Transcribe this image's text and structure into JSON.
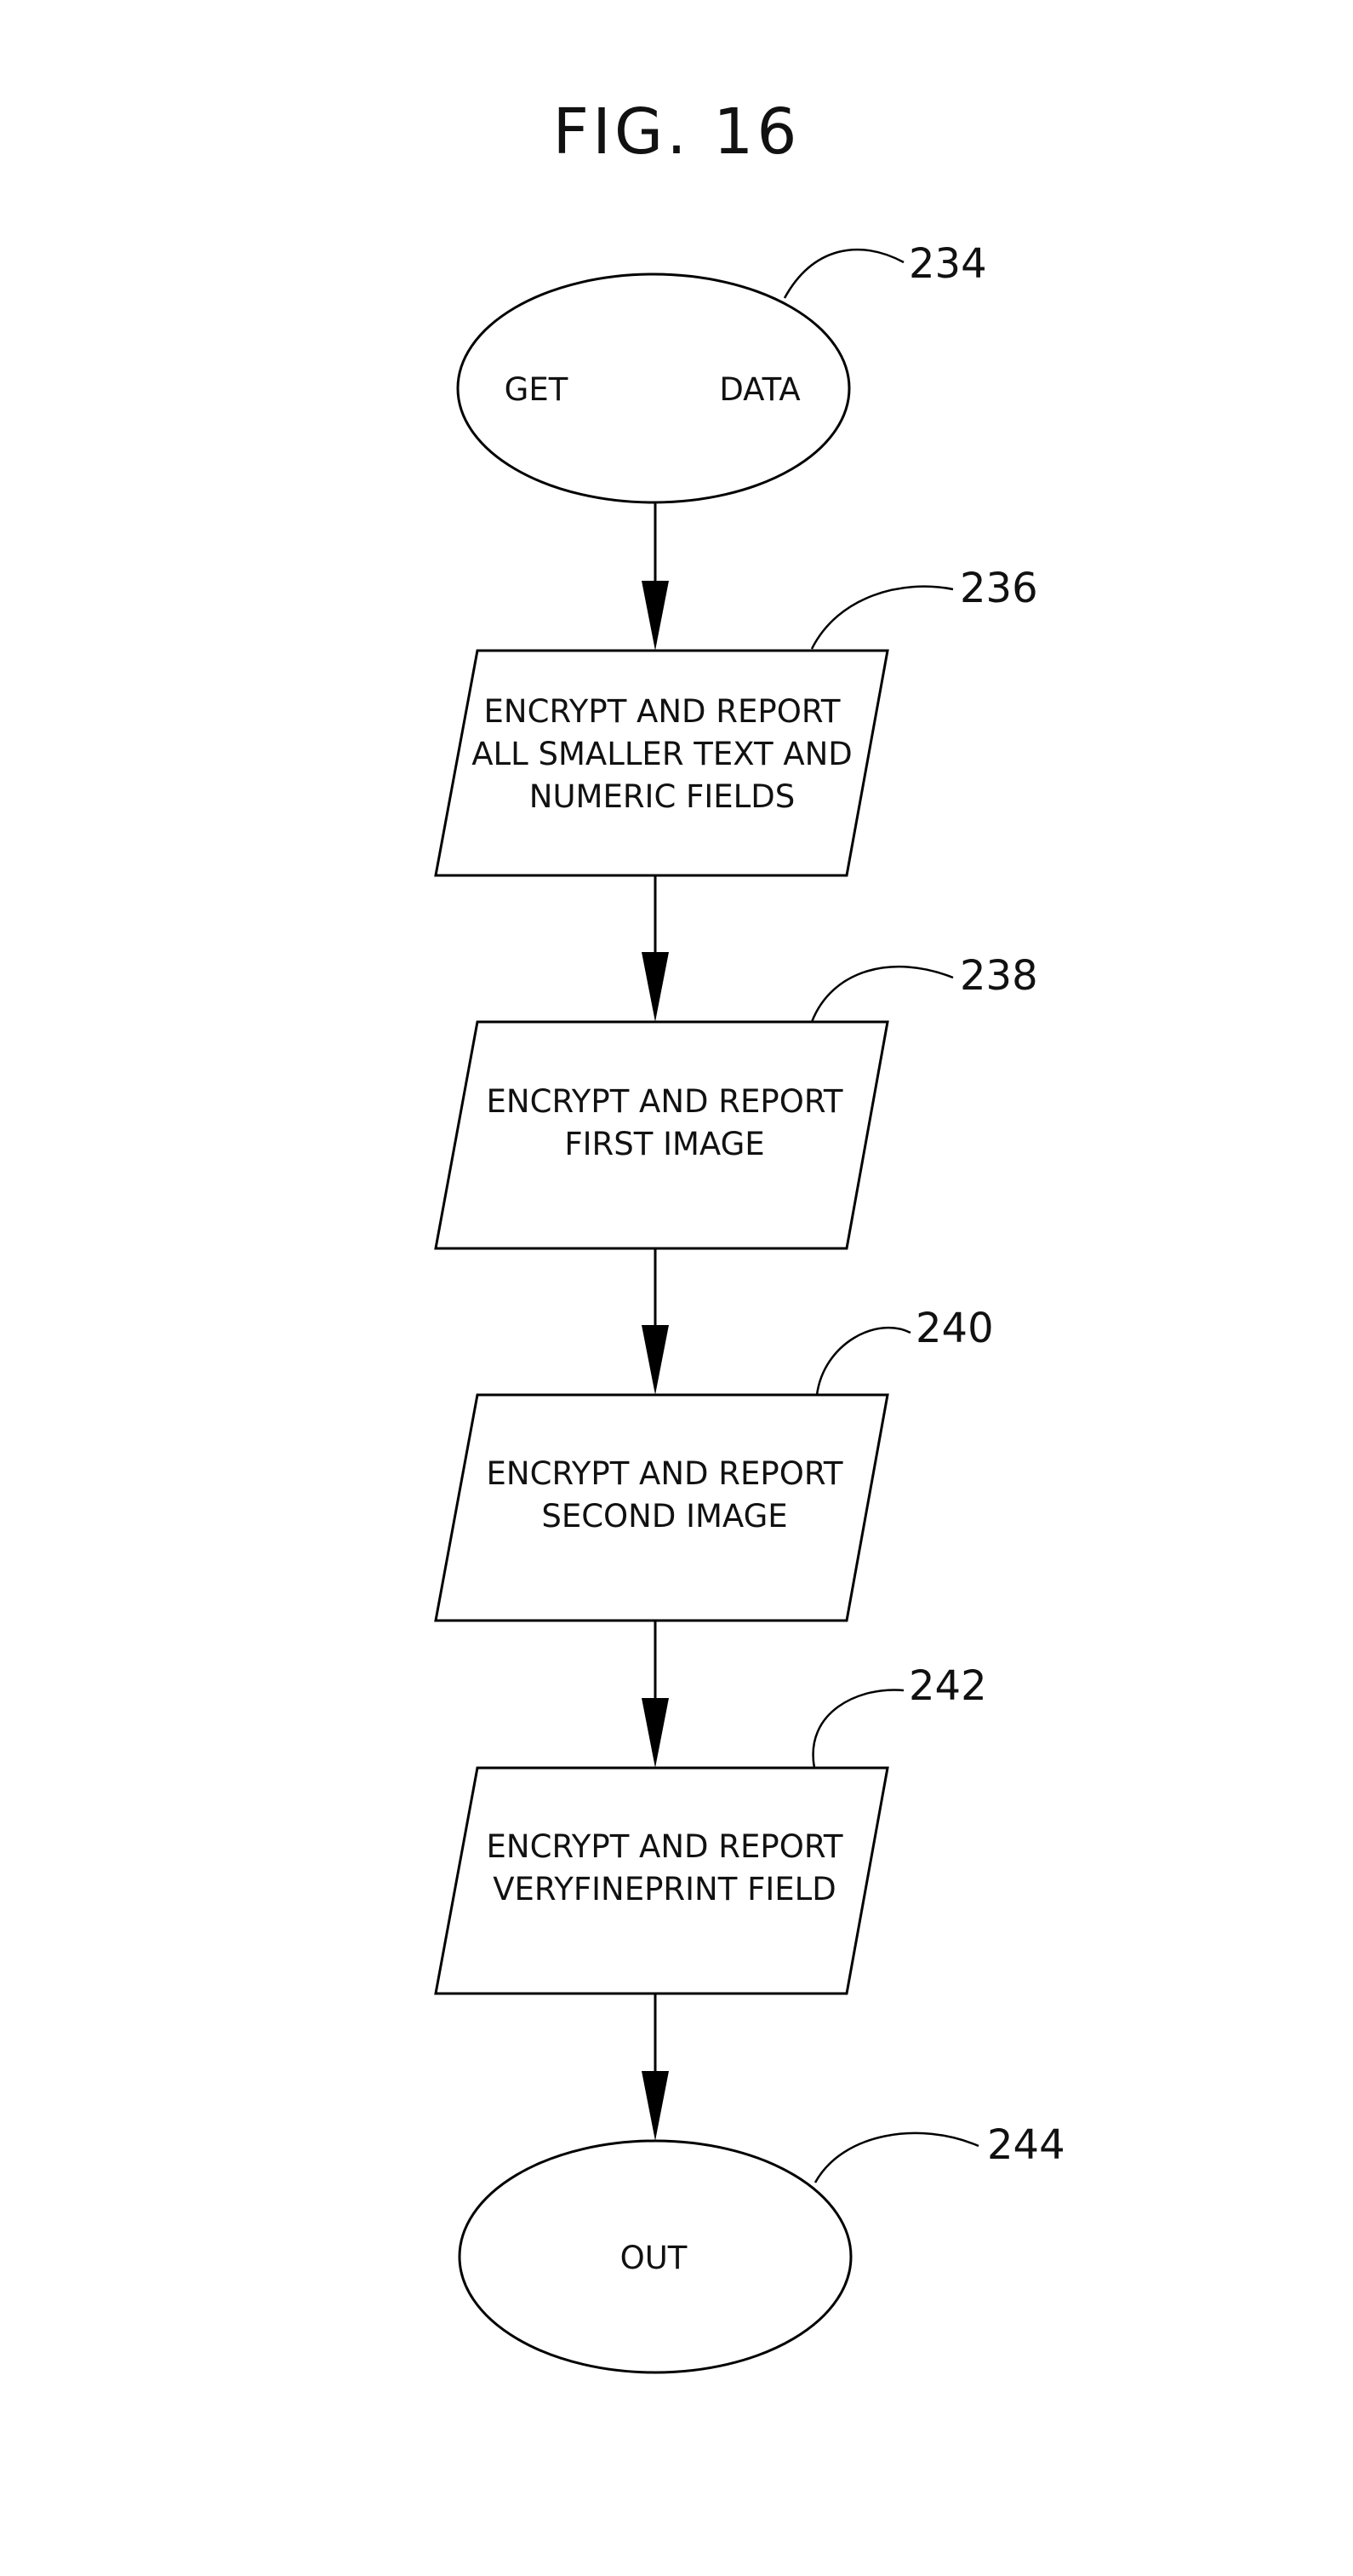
{
  "figure": {
    "title": "FIG. 16"
  },
  "nodes": [
    {
      "id": "234",
      "ref": "234",
      "shape": "ellipse",
      "lines": [
        "GET",
        "DATA"
      ]
    },
    {
      "id": "236",
      "ref": "236",
      "shape": "parallelogram",
      "lines": [
        "ENCRYPT AND REPORT",
        "ALL SMALLER TEXT AND",
        "NUMERIC FIELDS"
      ]
    },
    {
      "id": "238",
      "ref": "238",
      "shape": "parallelogram",
      "lines": [
        "ENCRYPT AND REPORT",
        "FIRST IMAGE"
      ]
    },
    {
      "id": "240",
      "ref": "240",
      "shape": "parallelogram",
      "lines": [
        "ENCRYPT AND REPORT",
        "SECOND IMAGE"
      ]
    },
    {
      "id": "242",
      "ref": "242",
      "shape": "parallelogram",
      "lines": [
        "ENCRYPT AND REPORT",
        "VERYFINEPRINT FIELD"
      ]
    },
    {
      "id": "244",
      "ref": "244",
      "shape": "ellipse",
      "lines": [
        "OUT"
      ]
    }
  ],
  "edges": [
    {
      "from": "234",
      "to": "236"
    },
    {
      "from": "236",
      "to": "238"
    },
    {
      "from": "238",
      "to": "240"
    },
    {
      "from": "240",
      "to": "242"
    },
    {
      "from": "242",
      "to": "244"
    }
  ]
}
